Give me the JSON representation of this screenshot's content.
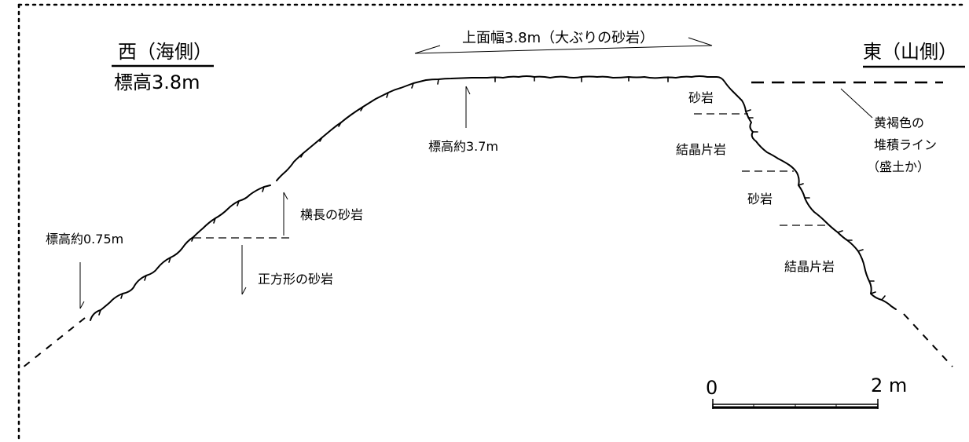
{
  "headers": {
    "west": "西（海側）",
    "west_elevation": "標高3.8m",
    "east": "東（山側）"
  },
  "labels": {
    "top_width": "上面幅3.8m（大ぶりの砂岩）",
    "summit_elevation": "標高約3.7m",
    "low_elevation": "標高約0.75m",
    "horizontal_sandstone": "横長の砂岩",
    "square_sandstone": "正方形の砂岩",
    "sandstone_1": "砂岩",
    "schist_1": "結晶片岩",
    "sandstone_2": "砂岩",
    "schist_2": "結晶片岩",
    "deposit_line_1": "黄褐色の",
    "deposit_line_2": "堆積ライン",
    "deposit_line_3": "（盛土か）"
  },
  "scale_bar": {
    "start_label": "0",
    "end_label": "2 m"
  }
}
